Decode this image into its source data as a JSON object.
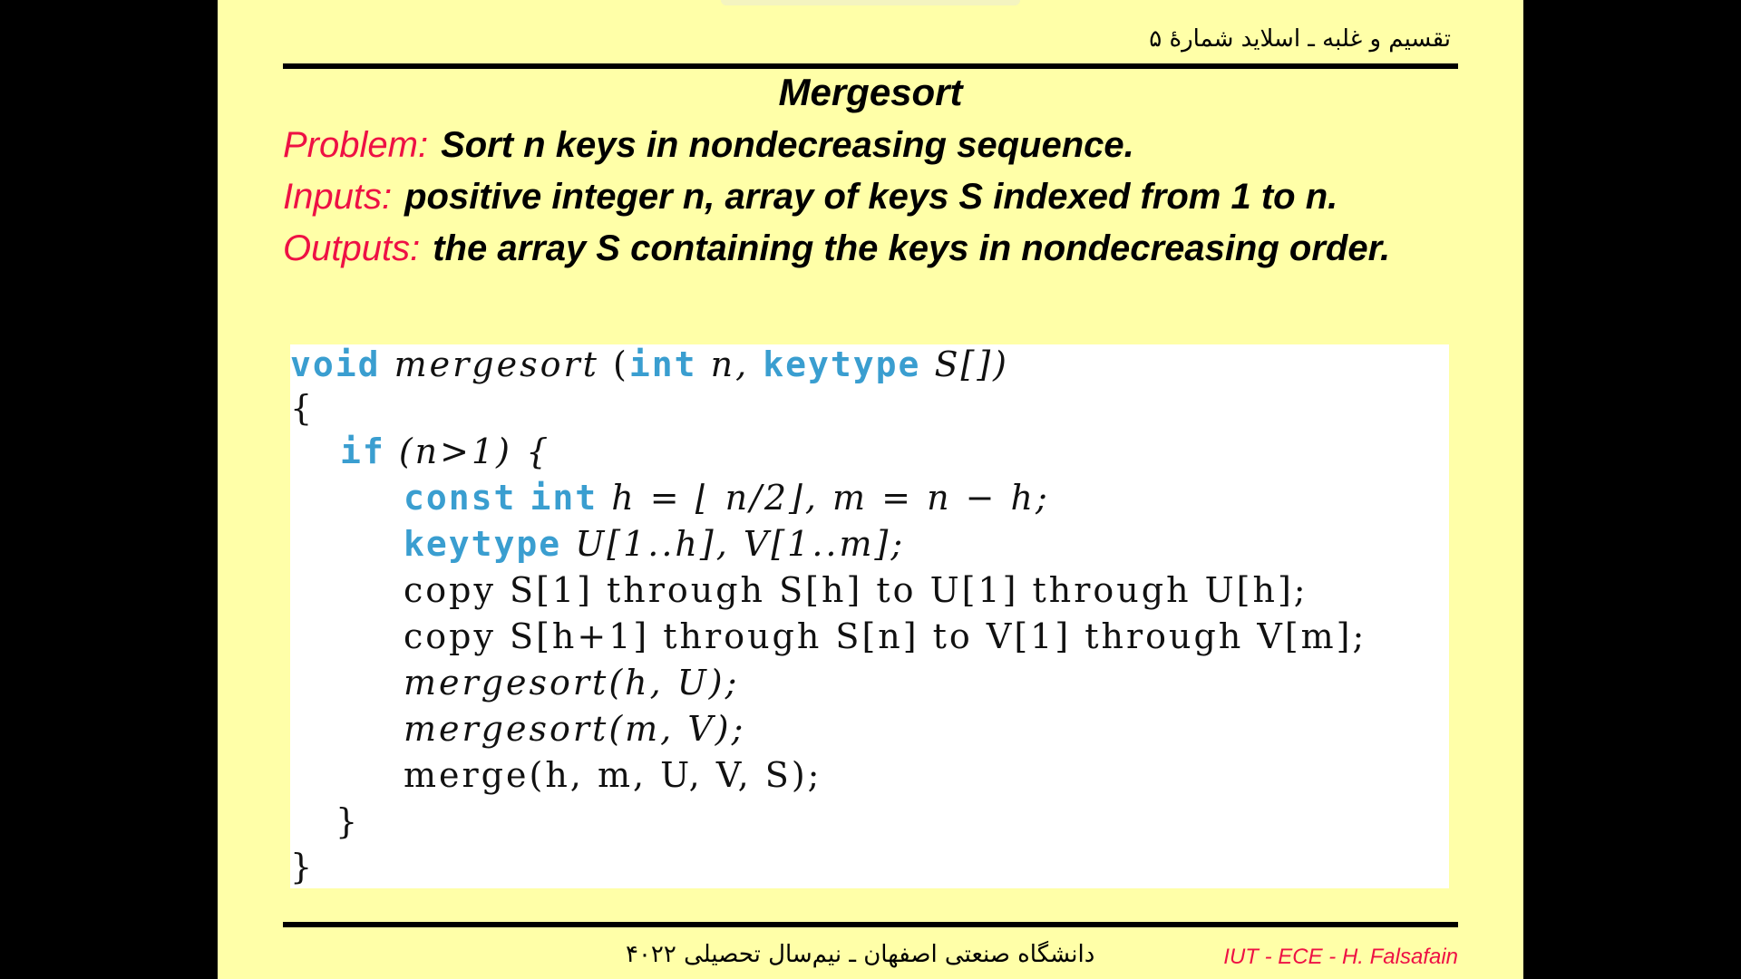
{
  "header": {
    "text": "تقسیم و غلبه ـ اسلاید شمارهٔ ۵"
  },
  "slide": {
    "title": "Mergesort",
    "problem": {
      "label": "Problem:",
      "text": "Sort n keys in nondecreasing sequence."
    },
    "inputs": {
      "label": "Inputs:",
      "text": "positive integer n, array of keys S indexed from 1 to n."
    },
    "outputs": {
      "label": "Outputs:",
      "text": "the array S containing the keys in nondecreasing order."
    }
  },
  "code": {
    "l1": {
      "kw_void": "void",
      "fn": "mergesort",
      "paren_open": "(",
      "kw_int": "int",
      "param1": "n,",
      "kw_keytype": "keytype",
      "param2": "S[])"
    },
    "l2": "{",
    "l3": {
      "kw_if": "if",
      "rest": "(n>1) {"
    },
    "l4": {
      "kw_const": "const",
      "kw_int": "int",
      "rest": "h = ⌊ n/2⌋, m = n − h;"
    },
    "l5": {
      "kw_keytype": "keytype",
      "rest": "U[1..h], V[1..m];"
    },
    "l6": "copy S[1] through S[h] to U[1] through U[h];",
    "l7": "copy S[h+1] through S[n] to V[1] through V[m];",
    "l8": "mergesort(h, U);",
    "l9": "mergesort(m, V);",
    "l10": "merge(h, m, U, V, S);",
    "l11": "}",
    "l12": "}"
  },
  "footer": {
    "text": "دانشگاه صنعتی اصفهان ـ نیم‌سال تحصیلی ۴۰۲۲",
    "credit": "IUT - ECE - H. Falsafain"
  },
  "colors": {
    "slide_bg": "#ffffa8",
    "label_red": "#ee1144",
    "keyword_blue": "#3a9ed0"
  }
}
